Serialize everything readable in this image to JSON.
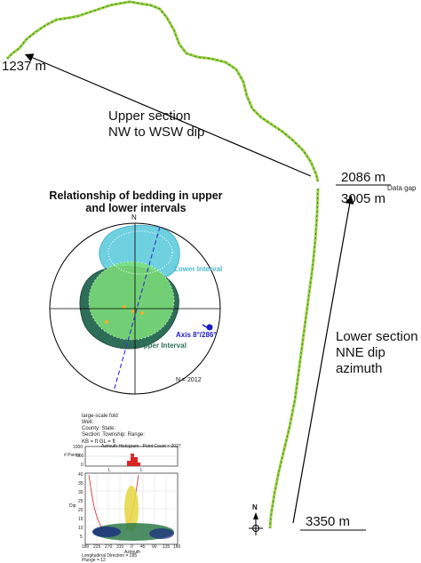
{
  "depths": {
    "top_left": "1237 m",
    "gap_top": "2086 m",
    "gap_note": "Data gap",
    "gap_bottom": "3005 m",
    "bottom": "3350 m"
  },
  "upper_section": {
    "line1": "Upper section",
    "line2": "NW to WSW dip"
  },
  "lower_section": {
    "line1": "Lower section",
    "line2": "NNE dip",
    "line3": "azimuth"
  },
  "stereonet": {
    "title_line1": "Relationship of bedding in upper",
    "title_line2": "and lower intervals",
    "north": "N",
    "lower_label": "Lower Interval",
    "upper_label": "Upper Interval",
    "axis_label": "Axis 8°/286°",
    "count": "N = 2012",
    "colors": {
      "lower": "#6fd0e0",
      "upper": "#2e6e58",
      "points": "#7ee07a",
      "axis": "#1a1acc"
    }
  },
  "north_arrow": "N",
  "histogram": {
    "header": [
      "large-scale fold",
      "Well:",
      "County:  State:",
      "Section:  Township:  Range:"
    ],
    "params": "KB = ft      GL = ft",
    "hist_title": "Azimuth Histogram - Point Count = 2027",
    "ylabel": "# Points",
    "yticks": [
      "1000",
      "500",
      "0"
    ],
    "letters": [
      "L",
      "L"
    ],
    "dip_label": "Dip",
    "dip_ticks": [
      "40",
      "35",
      "30",
      "25",
      "20",
      "15",
      "10",
      "5"
    ],
    "az_ticks": [
      "180",
      "225",
      "270",
      "315",
      "0",
      "45",
      "90",
      "135",
      "180"
    ],
    "az_label": "Azimuth",
    "footer1": "Longitudinal Direction = 285",
    "footer2": "Plunge = 12"
  }
}
